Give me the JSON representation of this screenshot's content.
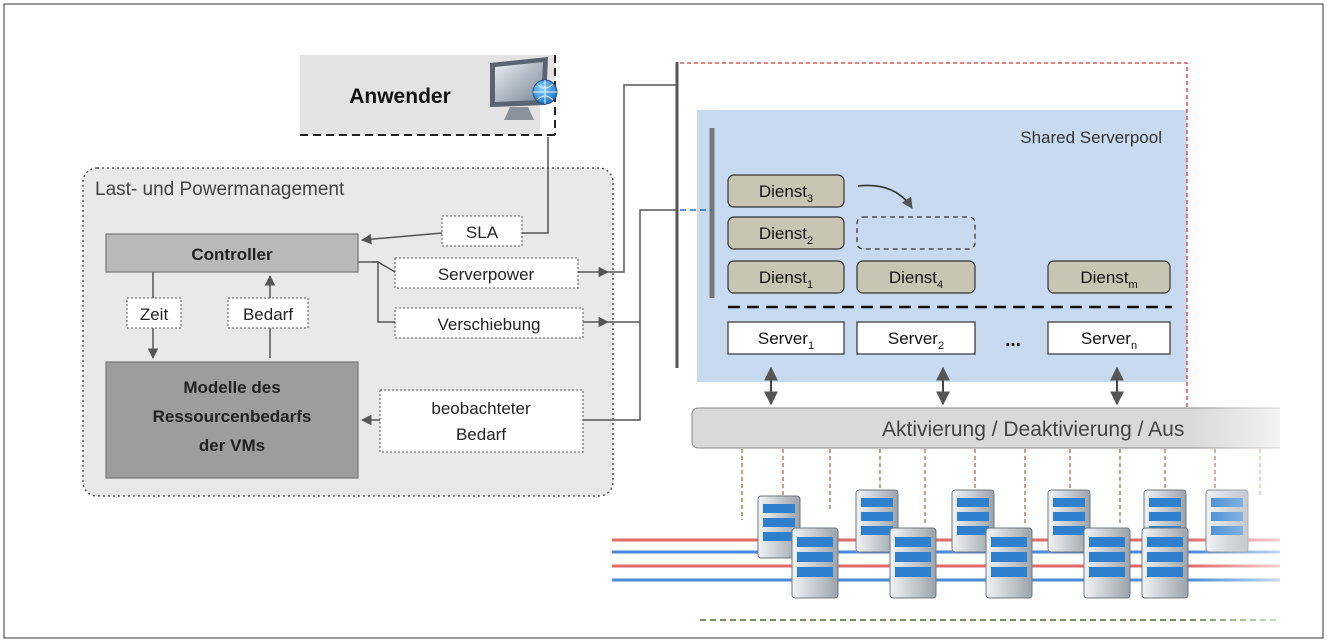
{
  "user": {
    "label": "Anwender"
  },
  "management": {
    "title": "Last- und Powermanagement",
    "controller": "Controller",
    "time": "Zeit",
    "demand": "Bedarf",
    "models": [
      "Modelle des",
      "Ressourcenbedarfs",
      "der VMs"
    ]
  },
  "signals": {
    "sla": "SLA",
    "serverpower": "Serverpower",
    "migration": "Verschiebung",
    "observed": [
      "beobachteter",
      "Bedarf"
    ]
  },
  "pool": {
    "title": "Shared Serverpool",
    "service_base": "Dienst",
    "services": [
      {
        "sub": "3"
      },
      {
        "sub": "2"
      },
      {
        "sub": "1"
      },
      {
        "sub": "4"
      },
      {
        "sub": "m"
      }
    ],
    "server_base": "Server",
    "servers": [
      {
        "sub": "1"
      },
      {
        "sub": "2"
      },
      {
        "sub": "n"
      }
    ],
    "ellipsis": "..."
  },
  "activation": {
    "label": "Aktivierung / Deaktivierung / Aus"
  },
  "colors": {
    "pool_bg": "#c7daf0",
    "mgmt_bg": "#e9e9e9",
    "controller_bg": "#b9b9b9",
    "model_bg": "#9d9d9d",
    "service_bg": "#c9c5b4",
    "red_line": "#d33",
    "blue_line": "#2a6db5"
  }
}
